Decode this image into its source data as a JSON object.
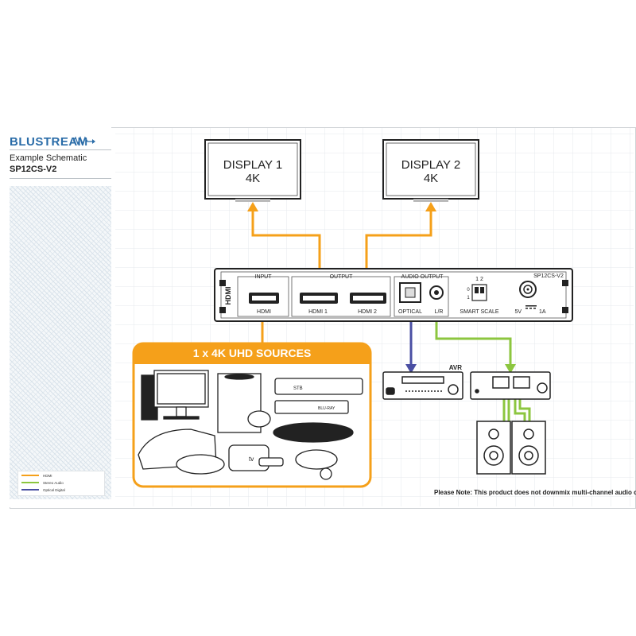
{
  "brand": {
    "name": "BLUSTREAM"
  },
  "header": {
    "example_label": "Example Schematic",
    "model": "SP12CS-V2"
  },
  "legend": {
    "items": [
      {
        "label": "HDMI",
        "color": "#f5a01a"
      },
      {
        "label": "Stereo Audio",
        "color": "#8cc63f"
      },
      {
        "label": "Optical Digital",
        "color": "#4a4fa3"
      }
    ]
  },
  "displays": [
    {
      "name": "DISPLAY 1",
      "res": "4K"
    },
    {
      "name": "DISPLAY 2",
      "res": "4K"
    }
  ],
  "device": {
    "model_label": "SP12CS-V2",
    "hdmi_logo": "HDMI",
    "input_group": "INPUT",
    "output_group": "OUTPUT",
    "audio_output_group": "AUDIO OUTPUT",
    "port_hdmi_in": "HDMI",
    "port_hdmi_1": "HDMI 1",
    "port_hdmi_2": "HDMI 2",
    "port_optical": "OPTICAL",
    "port_lr": "L/R",
    "dip_numbers": "1 2",
    "dip_zero": "0",
    "dip_one": "1",
    "smart_scale": "SMART SCALE",
    "power_label": "5V",
    "power_current": "1A"
  },
  "sources": {
    "title": "1 x 4K UHD SOURCES",
    "stb_label": "STB",
    "bluray_label": "BLU-RAY",
    "tv_label": "tv"
  },
  "avr": {
    "label": "AVR"
  },
  "note": "Please Note: This product does not downmix multi-channel audio codecs",
  "colors": {
    "hdmi": "#f5a01a",
    "stereo": "#8cc63f",
    "optical": "#4a4fa3",
    "brand": "#2a6ca8"
  }
}
